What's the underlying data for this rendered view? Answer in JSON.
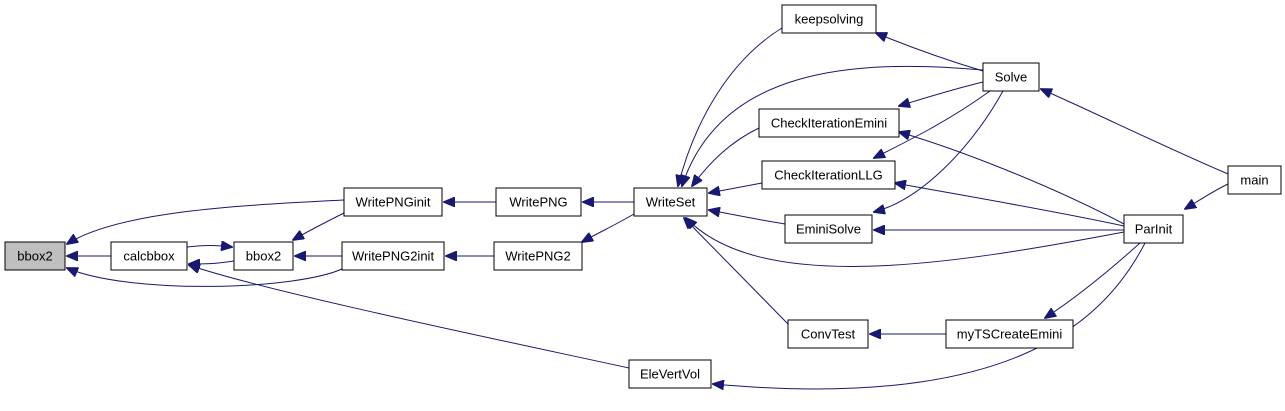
{
  "graph": {
    "title": "",
    "colors": {
      "edge": "#191970",
      "node_border": "#000000",
      "root_fill": "#bfbfbf",
      "node_fill": "#ffffff"
    },
    "nodes": [
      {
        "id": "bbox2_root",
        "label": "bbox2",
        "root": true
      },
      {
        "id": "calcbbox",
        "label": "calcbbox"
      },
      {
        "id": "bbox2",
        "label": "bbox2"
      },
      {
        "id": "WritePNGinit",
        "label": "WritePNGinit"
      },
      {
        "id": "WritePNG2init",
        "label": "WritePNG2init"
      },
      {
        "id": "WritePNG",
        "label": "WritePNG"
      },
      {
        "id": "WritePNG2",
        "label": "WritePNG2"
      },
      {
        "id": "WriteSet",
        "label": "WriteSet"
      },
      {
        "id": "keepsolving",
        "label": "keepsolving"
      },
      {
        "id": "CheckIterationEmini",
        "label": "CheckIterationEmini"
      },
      {
        "id": "CheckIterationLLG",
        "label": "CheckIterationLLG"
      },
      {
        "id": "EminiSolve",
        "label": "EminiSolve"
      },
      {
        "id": "ConvTest",
        "label": "ConvTest"
      },
      {
        "id": "EleVertVol",
        "label": "EleVertVol"
      },
      {
        "id": "Solve",
        "label": "Solve"
      },
      {
        "id": "myTSCreateEmini",
        "label": "myTSCreateEmini"
      },
      {
        "id": "ParInit",
        "label": "ParInit"
      },
      {
        "id": "main",
        "label": "main"
      }
    ],
    "edges": [
      {
        "from": "calcbbox",
        "to": "bbox2_root"
      },
      {
        "from": "WritePNGinit",
        "to": "bbox2_root"
      },
      {
        "from": "WritePNG2init",
        "to": "bbox2_root"
      },
      {
        "from": "bbox2",
        "to": "calcbbox"
      },
      {
        "from": "calcbbox",
        "to": "bbox2"
      },
      {
        "from": "EleVertVol",
        "to": "calcbbox"
      },
      {
        "from": "WritePNGinit",
        "to": "bbox2"
      },
      {
        "from": "WritePNG2init",
        "to": "bbox2"
      },
      {
        "from": "WritePNG",
        "to": "WritePNGinit"
      },
      {
        "from": "WritePNG2",
        "to": "WritePNG2init"
      },
      {
        "from": "WriteSet",
        "to": "WritePNG"
      },
      {
        "from": "WriteSet",
        "to": "WritePNG2"
      },
      {
        "from": "keepsolving",
        "to": "WriteSet"
      },
      {
        "from": "Solve",
        "to": "WriteSet"
      },
      {
        "from": "CheckIterationEmini",
        "to": "WriteSet"
      },
      {
        "from": "CheckIterationLLG",
        "to": "WriteSet"
      },
      {
        "from": "EminiSolve",
        "to": "WriteSet"
      },
      {
        "from": "ParInit",
        "to": "WriteSet"
      },
      {
        "from": "ConvTest",
        "to": "WriteSet"
      },
      {
        "from": "Solve",
        "to": "keepsolving"
      },
      {
        "from": "Solve",
        "to": "CheckIterationEmini"
      },
      {
        "from": "Solve",
        "to": "CheckIterationLLG"
      },
      {
        "from": "Solve",
        "to": "EminiSolve"
      },
      {
        "from": "ParInit",
        "to": "CheckIterationEmini"
      },
      {
        "from": "ParInit",
        "to": "CheckIterationLLG"
      },
      {
        "from": "ParInit",
        "to": "EminiSolve"
      },
      {
        "from": "myTSCreateEmini",
        "to": "ConvTest"
      },
      {
        "from": "ParInit",
        "to": "myTSCreateEmini"
      },
      {
        "from": "ParInit",
        "to": "EleVertVol"
      },
      {
        "from": "main",
        "to": "Solve"
      },
      {
        "from": "main",
        "to": "ParInit"
      }
    ]
  }
}
